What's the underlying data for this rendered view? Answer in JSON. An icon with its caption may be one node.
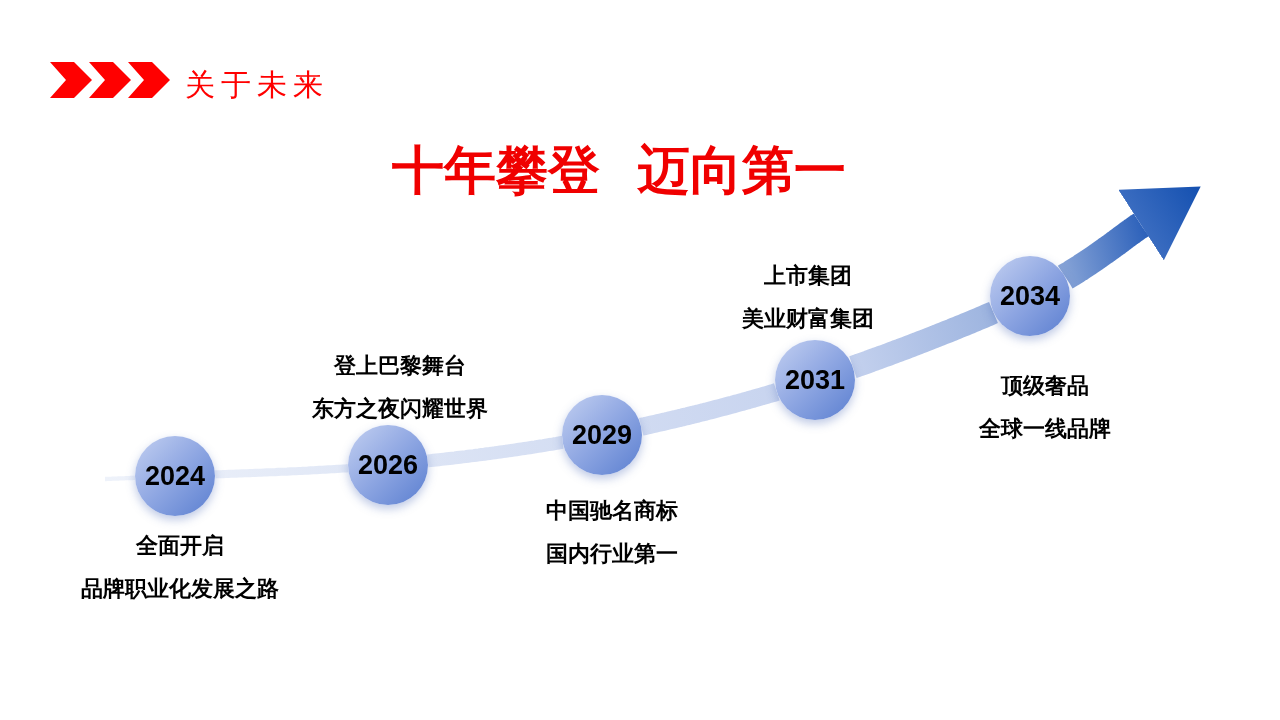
{
  "diagram": {
    "title": "十年攀登 迈向第一",
    "nodes": [
      {
        "text": [
          "2024"
        ],
        "beside": [
          "全面开启",
          "品牌职业化发展之路"
        ]
      },
      {
        "text": [
          "2026"
        ],
        "beside": [
          "登上巴黎舞台",
          "东方之夜闪耀世界"
        ]
      },
      {
        "text": [
          "2029"
        ],
        "beside": [
          "中国驰名商标",
          "国内行业第一"
        ]
      },
      {
        "text": [
          "2031"
        ],
        "beside": [
          "上市集团",
          "美业财富集团"
        ]
      },
      {
        "text": [
          "2034"
        ],
        "beside": [
          "顶级奢品",
          "全球一线品牌"
        ]
      }
    ],
    "edges": [
      {
        "from": null,
        "to": 0,
        "arrow": "none"
      },
      {
        "from": 0,
        "to": 1,
        "arrow": "none"
      },
      {
        "from": 1,
        "to": 2,
        "arrow": "none"
      },
      {
        "from": 2,
        "to": 3,
        "arrow": "none"
      },
      {
        "from": 3,
        "to": 4,
        "arrow": "none"
      },
      {
        "from": 4,
        "to": null,
        "arrow": "to"
      }
    ],
    "labels": [
      "关于未来"
    ]
  }
}
